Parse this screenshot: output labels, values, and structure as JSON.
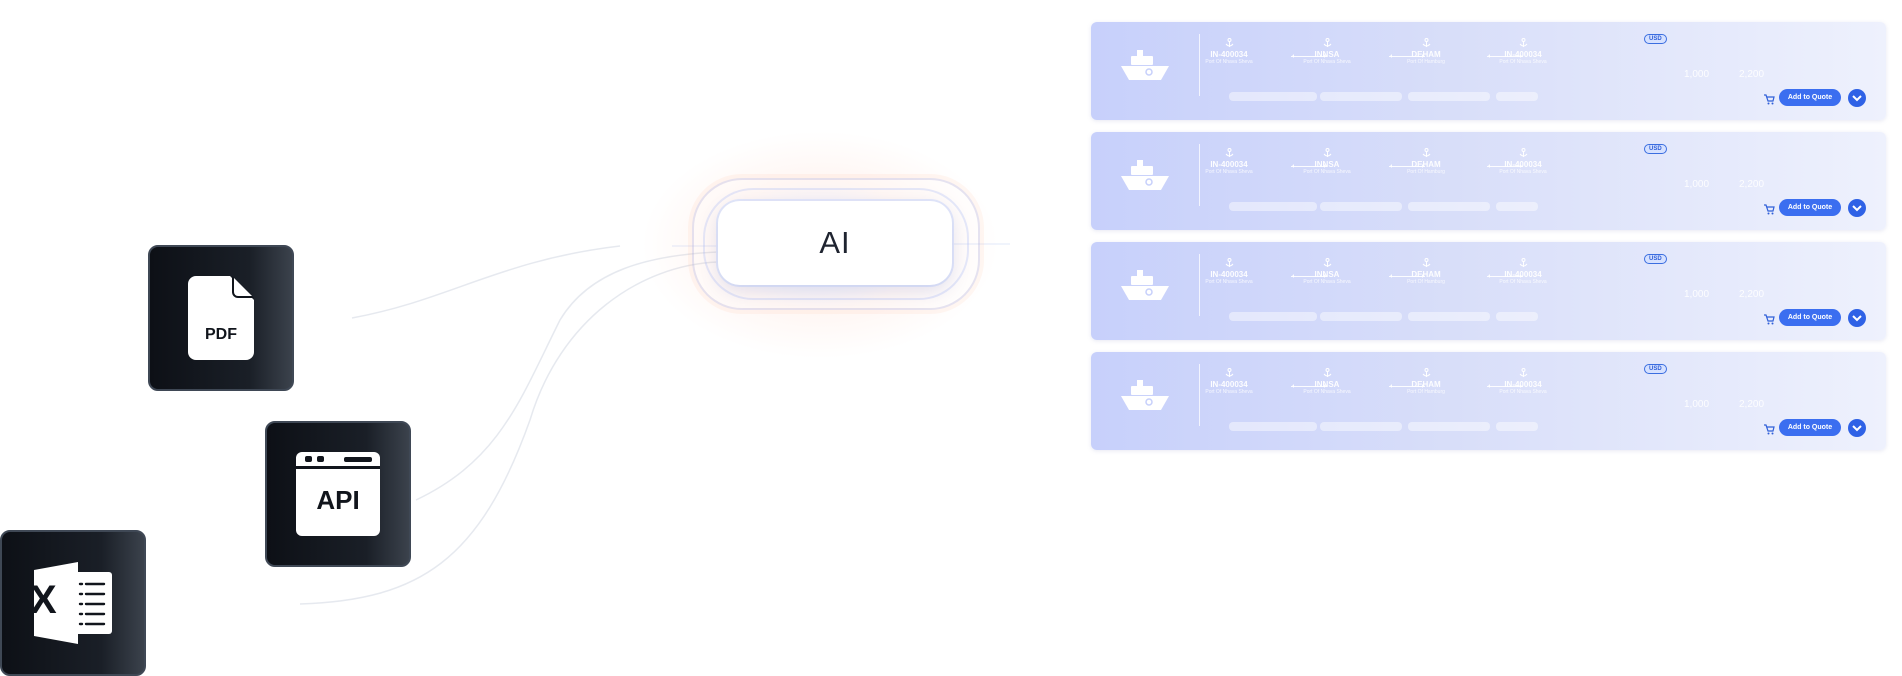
{
  "sources": [
    {
      "label": "PDF",
      "icon": "pdf-file-icon"
    },
    {
      "label": "API",
      "icon": "api-window-icon"
    },
    {
      "label": "X",
      "icon": "excel-icon"
    }
  ],
  "ai_node": {
    "label": "AI"
  },
  "quotes": [
    {
      "ports": [
        {
          "code": "IN-400034",
          "name": "Port Of Nhava Sheva"
        },
        {
          "code": "INNSA",
          "name": "Port Of Nhava Sheva"
        },
        {
          "code": "DEHAM",
          "name": "Port Of Hamburg"
        },
        {
          "code": "IN-400034",
          "name": "Port Of Nhava Sheva"
        }
      ],
      "currency": "USD",
      "amounts": [
        "1,000",
        "2,200"
      ],
      "add_label": "Add to Quote"
    },
    {
      "ports": [
        {
          "code": "IN-400034",
          "name": "Port Of Nhava Sheva"
        },
        {
          "code": "INNSA",
          "name": "Port Of Nhava Sheva"
        },
        {
          "code": "DEHAM",
          "name": "Port Of Hamburg"
        },
        {
          "code": "IN-400034",
          "name": "Port Of Nhava Sheva"
        }
      ],
      "currency": "USD",
      "amounts": [
        "1,000",
        "2,200"
      ],
      "add_label": "Add to Quote"
    },
    {
      "ports": [
        {
          "code": "IN-400034",
          "name": "Port Of Nhava Sheva"
        },
        {
          "code": "INNSA",
          "name": "Port Of Nhava Sheva"
        },
        {
          "code": "DEHAM",
          "name": "Port Of Hamburg"
        },
        {
          "code": "IN-400034",
          "name": "Port Of Nhava Sheva"
        }
      ],
      "currency": "USD",
      "amounts": [
        "1,000",
        "2,200"
      ],
      "add_label": "Add to Quote"
    },
    {
      "ports": [
        {
          "code": "IN-400034",
          "name": "Port Of Nhava Sheva"
        },
        {
          "code": "INNSA",
          "name": "Port Of Nhava Sheva"
        },
        {
          "code": "DEHAM",
          "name": "Port Of Hamburg"
        },
        {
          "code": "IN-400034",
          "name": "Port Of Nhava Sheva"
        }
      ],
      "currency": "USD",
      "amounts": [
        "1,000",
        "2,200"
      ],
      "add_label": "Add to Quote"
    }
  ],
  "colors": {
    "accent": "#3b6ef0",
    "card_dark": "#11151c",
    "row_bg": "#d3dafb"
  }
}
